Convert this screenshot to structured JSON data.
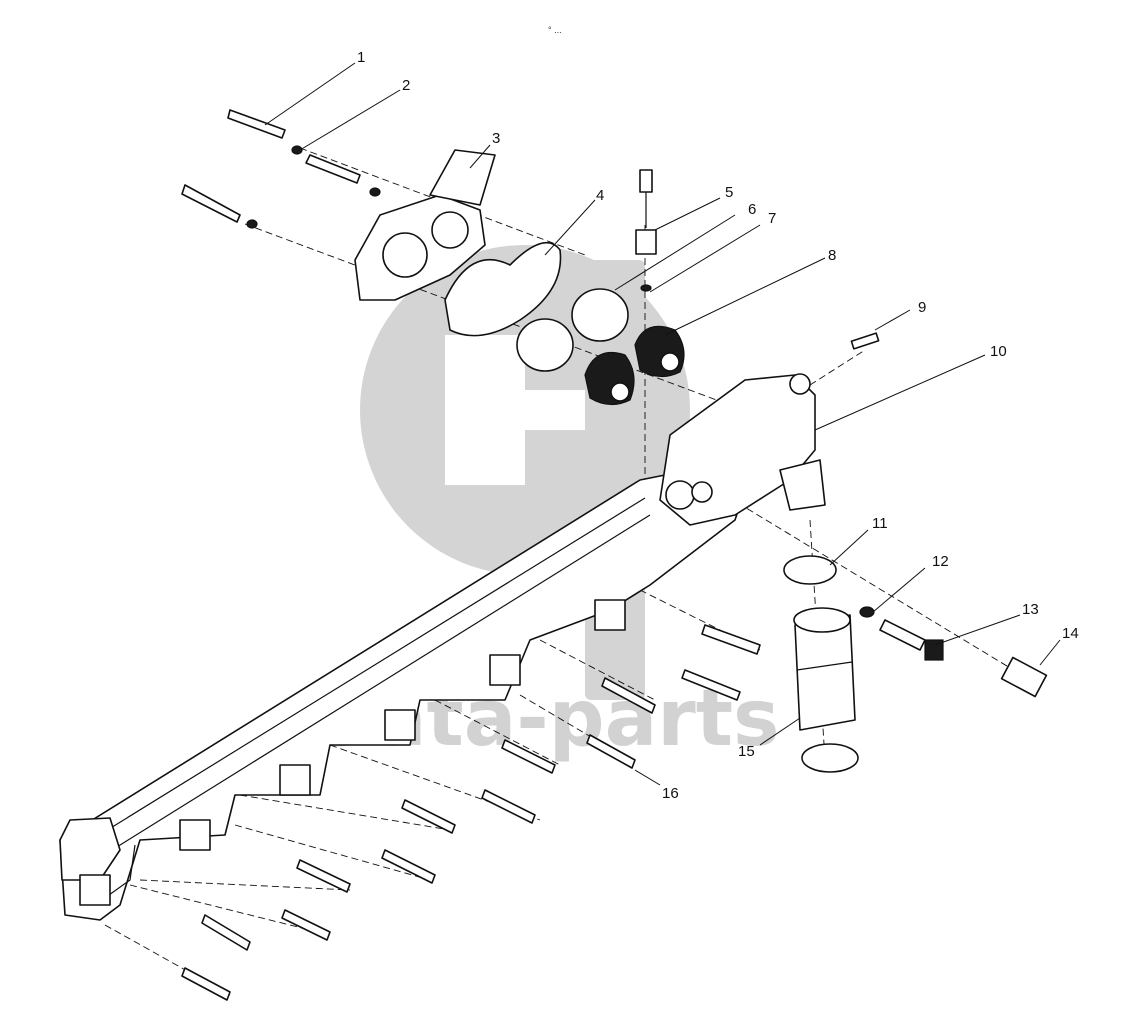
{
  "header_mark": "° ...",
  "watermark": {
    "text": "data-parts",
    "logo_color": "#d4d4d4"
  },
  "callouts": [
    {
      "label": "1"
    },
    {
      "label": "2"
    },
    {
      "label": "3"
    },
    {
      "label": "4"
    },
    {
      "label": "5"
    },
    {
      "label": "6"
    },
    {
      "label": "7"
    },
    {
      "label": "8"
    },
    {
      "label": "9"
    },
    {
      "label": "10"
    },
    {
      "label": "11"
    },
    {
      "label": "12"
    },
    {
      "label": "13"
    },
    {
      "label": "14"
    },
    {
      "label": "15"
    },
    {
      "label": "16"
    }
  ]
}
